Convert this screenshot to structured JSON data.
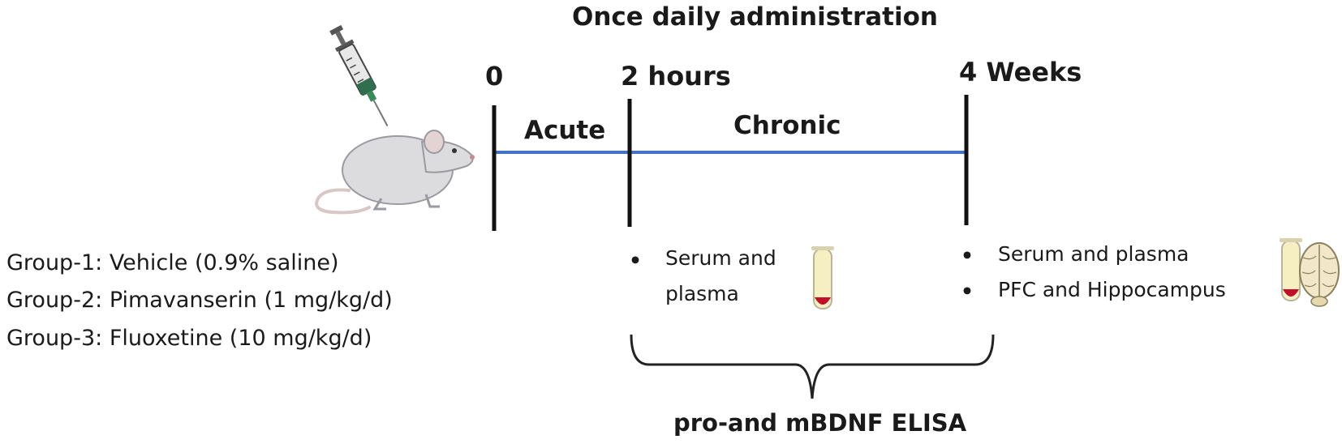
{
  "title": "Once daily administration",
  "timepoints": [
    {
      "label": "0"
    },
    {
      "label": "2 hours"
    },
    {
      "label": "4 Weeks"
    }
  ],
  "phases": [
    {
      "label": "Acute"
    },
    {
      "label": "Chronic"
    }
  ],
  "groups": [
    {
      "label": "Group-1:",
      "treatment": "Vehicle (0.9% saline)"
    },
    {
      "label": "Group-2:",
      "treatment": "Pimavanserin (1 mg/kg/d)"
    },
    {
      "label": "Group-3:",
      "treatment": "Fluoxetine (10 mg/kg/d)"
    }
  ],
  "samples_2h": [
    "Serum and",
    "plasma"
  ],
  "samples_4w": [
    "Serum and plasma",
    "PFC and Hippocampus"
  ],
  "assay": "pro-and mBDNF ELISA",
  "icons": [
    "syringe-icon",
    "rat-icon",
    "blood-tube-icon",
    "brain-icon"
  ],
  "colors": {
    "timeline": "#4472c4",
    "tick": "#111111",
    "blood": "#c0102a",
    "tube": "#f6efc2"
  }
}
